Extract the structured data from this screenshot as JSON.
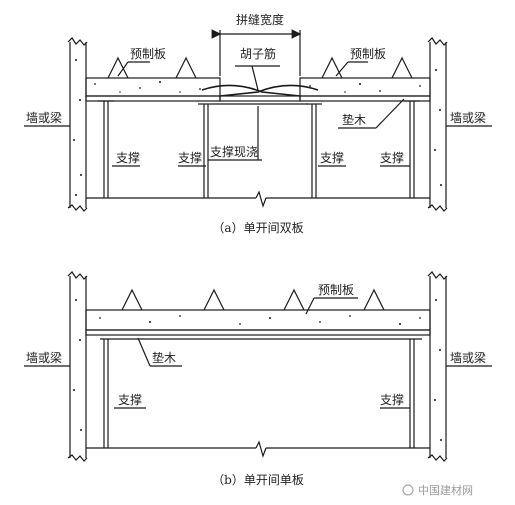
{
  "top": {
    "seam_width": "拼缝宽度",
    "beard_rebar": "胡子筋",
    "precast_slab_left": "预制板",
    "precast_slab_right": "预制板",
    "wall_or_beam_left": "墙或梁",
    "wall_or_beam_right": "墙或梁",
    "timber_pad": "垫木",
    "support_1": "支撑",
    "support_2": "支撑",
    "support_cast_in_place": "支撑现浇",
    "support_3": "支撑",
    "support_4": "支撑",
    "caption": "（a）单开间双板"
  },
  "bottom": {
    "precast_slab": "预制板",
    "wall_or_beam_left": "墙或梁",
    "wall_or_beam_right": "墙或梁",
    "timber_pad": "垫木",
    "support_left": "支撑",
    "support_right": "支撑",
    "caption": "（b）单开间单板"
  },
  "watermark": "中国建材网",
  "colors": {
    "line": "#1a1a1a",
    "text": "#222222",
    "watermark": "#9a9a9a"
  }
}
